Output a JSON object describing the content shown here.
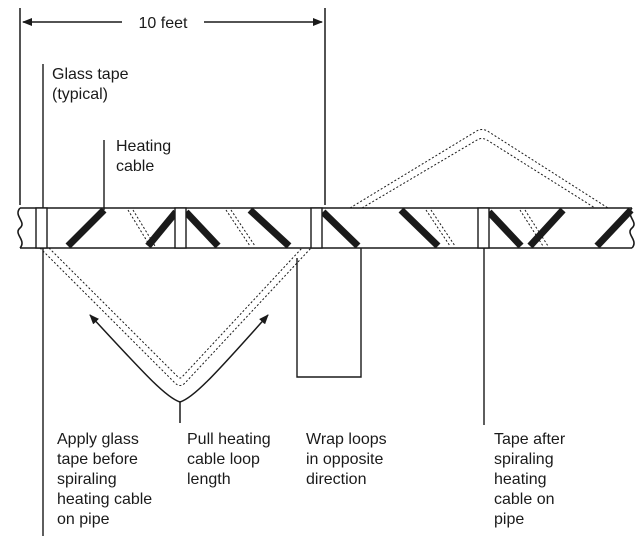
{
  "dimension": {
    "label": "10 feet"
  },
  "labels": {
    "glass_tape": [
      "Glass tape",
      "(typical)"
    ],
    "heating_cable": [
      "Heating",
      "cable"
    ],
    "apply_tape": [
      "Apply glass",
      "tape before",
      "spiraling",
      "heating cable",
      "on pipe"
    ],
    "pull_loop": [
      "Pull heating",
      "cable loop",
      "length"
    ],
    "wrap_loops": [
      "Wrap loops",
      "in opposite",
      "direction"
    ],
    "tape_after": [
      "Tape after",
      "spiraling",
      "heating",
      "cable on",
      "pipe"
    ]
  }
}
